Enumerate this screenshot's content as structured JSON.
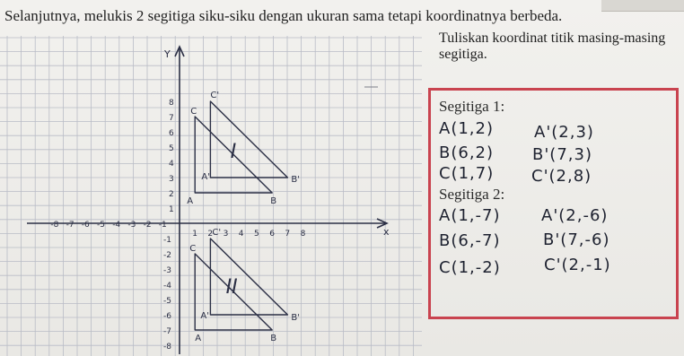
{
  "instruction": "Selanjutnya, melukis 2 segitiga siku-siku dengan ukuran sama tetapi koordinatnya berbeda.",
  "instruction2": "Tuliskan koordinat titik masing-masing segitiga.",
  "box": {
    "segitiga1_title": "Segitiga 1:",
    "segitiga1_rows": [
      [
        "A(1,2)",
        "A'(2,3)"
      ],
      [
        "B(6,2)",
        "B'(7,3)"
      ],
      [
        "C(1,7)",
        "C'(2,8)"
      ]
    ],
    "segitiga2_title": "Segitiga 2:",
    "segitiga2_rows": [
      [
        "A(1,-7)",
        "A'(2,-6)"
      ],
      [
        "B(6,-7)",
        "B'(7,-6)"
      ],
      [
        "C(1,-2)",
        "C'(2,-1)"
      ]
    ]
  },
  "graph": {
    "y_axis_label": "Y",
    "x_axis_label": "x",
    "x_ticks_neg": [
      "-8",
      "-7",
      "-6",
      "-5",
      "-4",
      "-3",
      "-2",
      "-1"
    ],
    "x_ticks_pos": [
      "1",
      "2",
      "3",
      "4",
      "5",
      "6",
      "7",
      "8"
    ],
    "y_ticks_pos": [
      "1",
      "2",
      "3",
      "4",
      "5",
      "6",
      "7",
      "8"
    ],
    "y_ticks_neg": [
      "-1",
      "-2",
      "-3",
      "-4",
      "-5",
      "-6",
      "-7",
      "-8"
    ],
    "triangle1": {
      "A": [
        1,
        2
      ],
      "B": [
        6,
        2
      ],
      "C": [
        1,
        7
      ]
    },
    "triangle1_prime": {
      "A": [
        2,
        3
      ],
      "B": [
        7,
        3
      ],
      "C": [
        2,
        8
      ]
    },
    "triangle2": {
      "A": [
        1,
        -7
      ],
      "B": [
        6,
        -7
      ],
      "C": [
        1,
        -2
      ]
    },
    "triangle2_prime": {
      "A": [
        2,
        -6
      ],
      "B": [
        7,
        -6
      ],
      "C": [
        2,
        -1
      ]
    },
    "vertex_labels": {
      "A": "A",
      "B": "B",
      "C": "C",
      "A_prime": "A'",
      "B_prime": "B'",
      "C_prime": "C'"
    },
    "roman_one": "I",
    "roman_two": "II",
    "colors": {
      "ink": "#2b2f45",
      "grid": "#b9bcc6",
      "box_border": "#c9434f"
    }
  }
}
